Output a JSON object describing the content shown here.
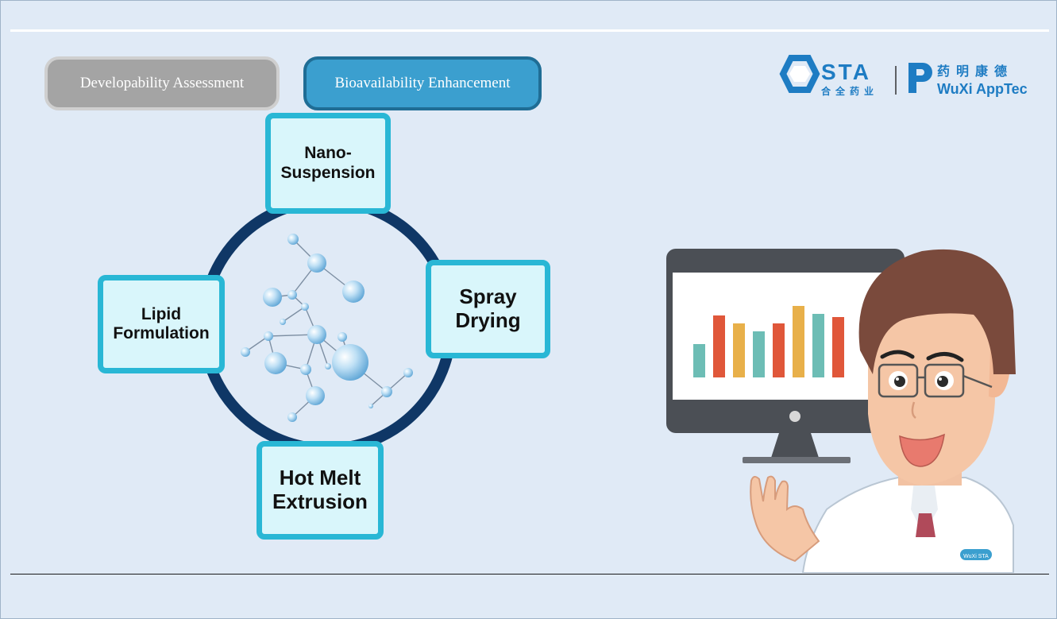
{
  "tabs": {
    "developability": "Developability Assessment",
    "bioavailability": "Bioavailability Enhancement"
  },
  "logo": {
    "sta": "STA",
    "sta_cn": "合全药业",
    "wuxi_cn": "药明康德",
    "wuxi": "WuXi AppTec"
  },
  "methods": {
    "nano": "Nano-\nSuspension",
    "spray": "Spray\nDrying",
    "lipid": "Lipid\nFormulation",
    "hme": "Hot Melt\nExtrusion"
  },
  "badge": "WuXi STA",
  "colors": {
    "ring": "#0f3766",
    "box_border": "#29b7d5",
    "box_fill": "#d9f6fb",
    "active_tab": "#3b9fcf",
    "inactive_tab": "#a4a4a4",
    "bars": [
      "#6dbdb5",
      "#e0573a",
      "#e8b04a",
      "#6dbdb5",
      "#e0573a",
      "#e8b04a",
      "#6dbdb5",
      "#e0573a"
    ]
  }
}
